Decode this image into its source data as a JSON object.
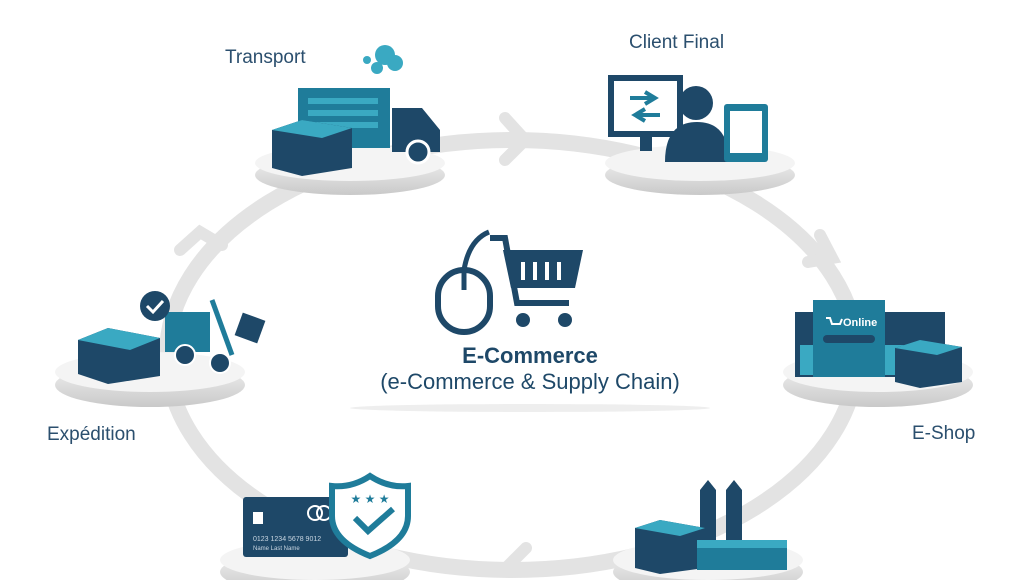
{
  "title": "E-Commerce",
  "subtitle": "(e-Commerce & Supply Chain)",
  "stages": {
    "transport": "Transport",
    "client_final": "Client Final",
    "eshop": "E-Shop",
    "expedition": "Expédition"
  },
  "eshop_sign": "Online",
  "card": {
    "number": "0123 1234 5678 9012",
    "name": "Name Last Name"
  },
  "colors": {
    "navy": "#1e4868",
    "teal": "#1f7c9a",
    "light_teal": "#3aa9c2",
    "ring": "#e3e3e3"
  }
}
